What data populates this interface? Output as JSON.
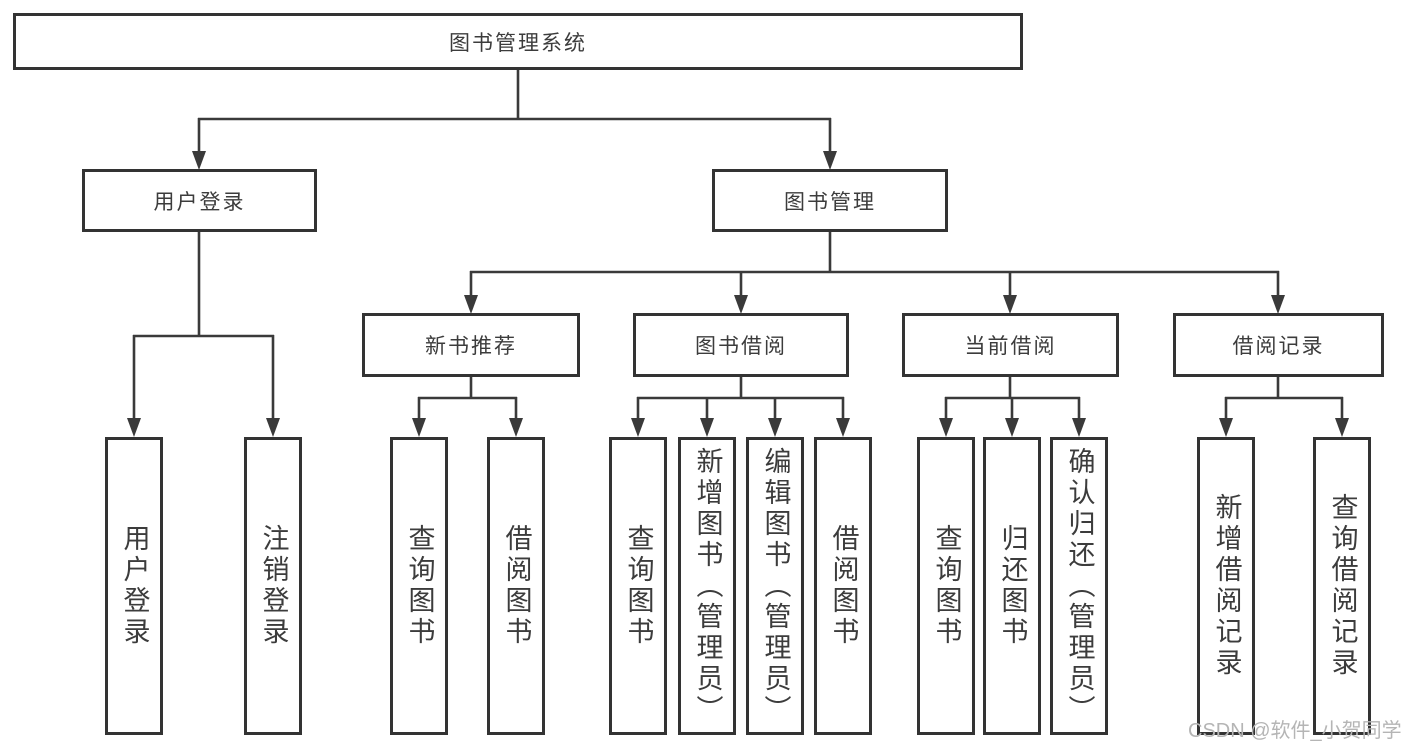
{
  "title": "图书管理系统",
  "tree": {
    "root": {
      "label": "图书管理系统"
    },
    "branches": [
      {
        "label": "用户登录",
        "leaves": [
          "用户登录",
          "注销登录"
        ]
      },
      {
        "label": "图书管理",
        "groups": [
          {
            "label": "新书推荐",
            "leaves": [
              "查询图书",
              "借阅图书"
            ]
          },
          {
            "label": "图书借阅",
            "leaves": [
              "查询图书",
              "新增图书（管理员）",
              "编辑图书（管理员）",
              "借阅图书"
            ]
          },
          {
            "label": "当前借阅",
            "leaves": [
              "查询图书",
              "归还图书",
              "确认归还（管理员）"
            ]
          },
          {
            "label": "借阅记录",
            "leaves": [
              "新增借阅记录",
              "查询借阅记录"
            ]
          }
        ]
      }
    ]
  },
  "watermark": "CSDN @软件_小贺同学",
  "colors": {
    "line": "#3a3a3a",
    "box_border": "#333333",
    "text": "#3c3c3c",
    "watermark": "#b5b5b5",
    "background": "#ffffff"
  }
}
